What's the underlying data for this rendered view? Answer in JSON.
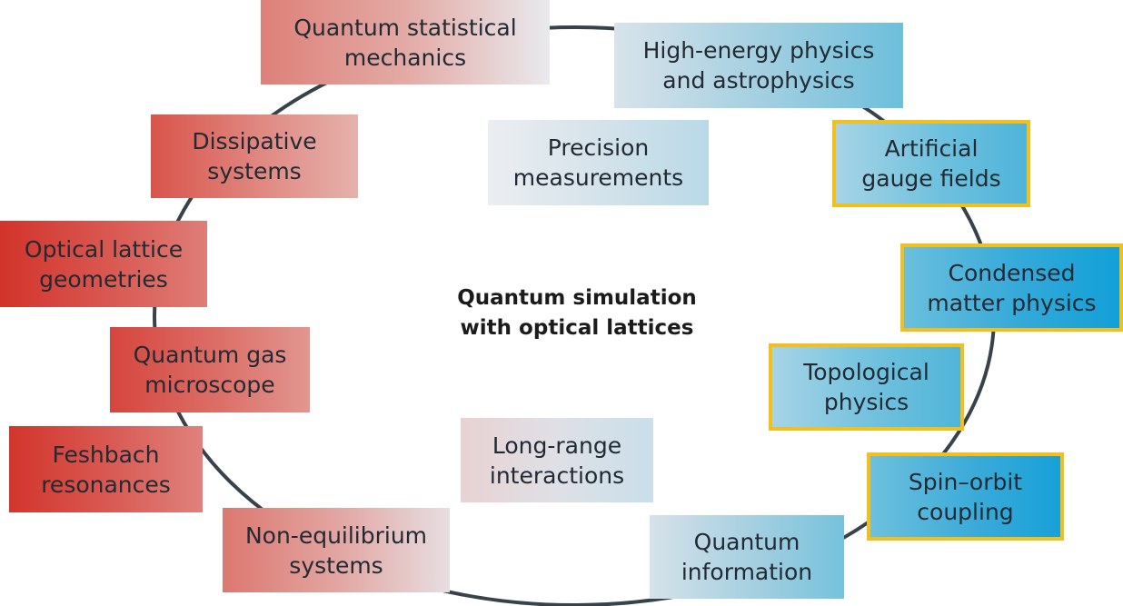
{
  "diagram": {
    "center_title": "Quantum simulation\nwith optical lattices",
    "nodes": [
      {
        "id": "quantum-statistical-mechanics",
        "label": "Quantum statistical\nmechanics",
        "family": "red-fade",
        "highlighted": false
      },
      {
        "id": "high-energy-physics",
        "label": "High-energy physics\nand astrophysics",
        "family": "blue-light",
        "highlighted": false
      },
      {
        "id": "precision-measurements",
        "label": "Precision\nmeasurements",
        "family": "blue-fade",
        "highlighted": false
      },
      {
        "id": "dissipative-systems",
        "label": "Dissipative\nsystems",
        "family": "red-fade",
        "highlighted": false
      },
      {
        "id": "artificial-gauge-fields",
        "label": "Artificial\ngauge fields",
        "family": "blue",
        "highlighted": true
      },
      {
        "id": "optical-lattice-geometries",
        "label": "Optical lattice\ngeometries",
        "family": "red-strong",
        "highlighted": false
      },
      {
        "id": "condensed-matter-physics",
        "label": "Condensed\nmatter physics",
        "family": "blue-strong",
        "highlighted": true
      },
      {
        "id": "quantum-gas-microscope",
        "label": "Quantum gas\nmicroscope",
        "family": "red",
        "highlighted": false
      },
      {
        "id": "topological-physics",
        "label": "Topological\nphysics",
        "family": "blue",
        "highlighted": true
      },
      {
        "id": "feshbach-resonances",
        "label": "Feshbach\nresonances",
        "family": "red-strong",
        "highlighted": false
      },
      {
        "id": "long-range-interactions",
        "label": "Long-range\ninteractions",
        "family": "blue-fade",
        "highlighted": false
      },
      {
        "id": "spin-orbit-coupling",
        "label": "Spin–orbit\ncoupling",
        "family": "blue-strong",
        "highlighted": true
      },
      {
        "id": "non-equilibrium-systems",
        "label": "Non-equilibrium\nsystems",
        "family": "red-fade",
        "highlighted": false
      },
      {
        "id": "quantum-information",
        "label": "Quantum\ninformation",
        "family": "blue-light",
        "highlighted": false
      }
    ],
    "colors": {
      "ring": "#37424b",
      "highlight_border": "#f2c01c",
      "text": "#222a33"
    }
  }
}
